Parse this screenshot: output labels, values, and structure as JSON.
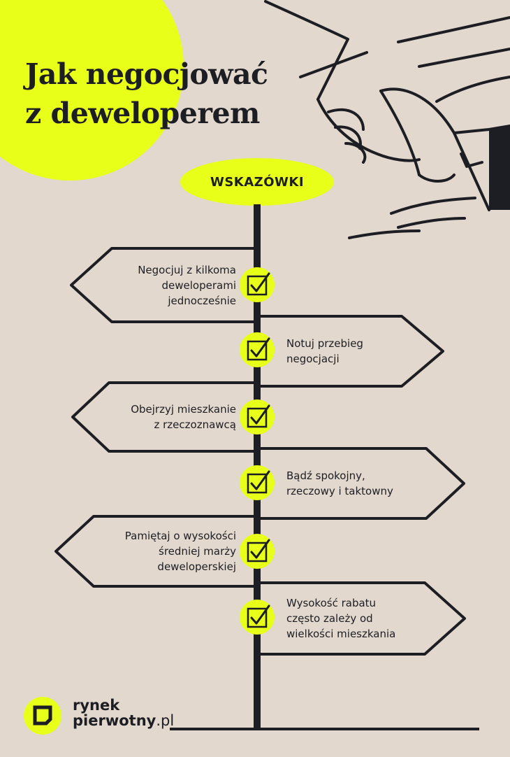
{
  "title": {
    "line1": "Jak negocjować",
    "line2": "z deweloperem"
  },
  "header_badge": "WSKAZÓWKI",
  "tips": [
    {
      "side": "left",
      "lines": [
        "Negocjuj z kilkoma",
        "deweloperami",
        "jednocześnie"
      ]
    },
    {
      "side": "right",
      "lines": [
        "Notuj przebieg",
        "negocjacji"
      ]
    },
    {
      "side": "left",
      "lines": [
        "Obejrzyj mieszkanie",
        "z rzeczoznawcą"
      ]
    },
    {
      "side": "right",
      "lines": [
        "Bądź spokojny,",
        "rzeczowy i taktowny"
      ]
    },
    {
      "side": "left",
      "lines": [
        "Pamiętaj o wysokości",
        "średniej marży",
        "deweloperskiej"
      ]
    },
    {
      "side": "right",
      "lines": [
        "Wysokość rabatu",
        "często zależy od",
        "wielkości mieszkania"
      ]
    }
  ],
  "logo": {
    "line1": "rynek",
    "line2_main": "pierwotny",
    "line2_domain": ".pl"
  },
  "icons": {
    "check": "checkbox-check-icon",
    "logo": "rynek-logo-icon",
    "illustration": "handshake-icon"
  },
  "colors": {
    "background": "#e2d8cd",
    "accent": "#e8ff1a",
    "ink": "#1d1d24"
  }
}
